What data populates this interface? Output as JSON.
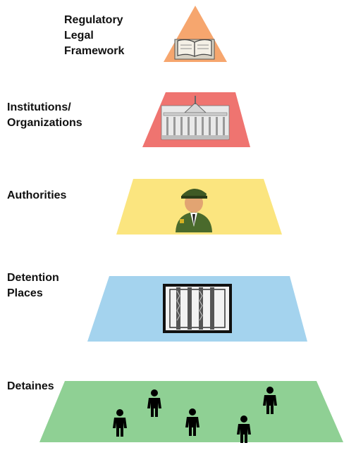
{
  "levels": [
    {
      "label_lines": [
        "Regulatory",
        "Legal",
        "Framework"
      ],
      "icon": "book-icon",
      "color": "#F6A66E"
    },
    {
      "label_lines": [
        "Institutions/",
        "Organizations"
      ],
      "icon": "government-building-icon",
      "color": "#EF7470"
    },
    {
      "label_lines": [
        "Authorities"
      ],
      "icon": "officer-icon",
      "color": "#FBE57F"
    },
    {
      "label_lines": [
        "Detention",
        "Places"
      ],
      "icon": "prison-bars-icon",
      "color": "#A4D3EE"
    },
    {
      "label_lines": [
        "Detaines"
      ],
      "icon": "people-icon",
      "color": "#8FD094"
    }
  ]
}
